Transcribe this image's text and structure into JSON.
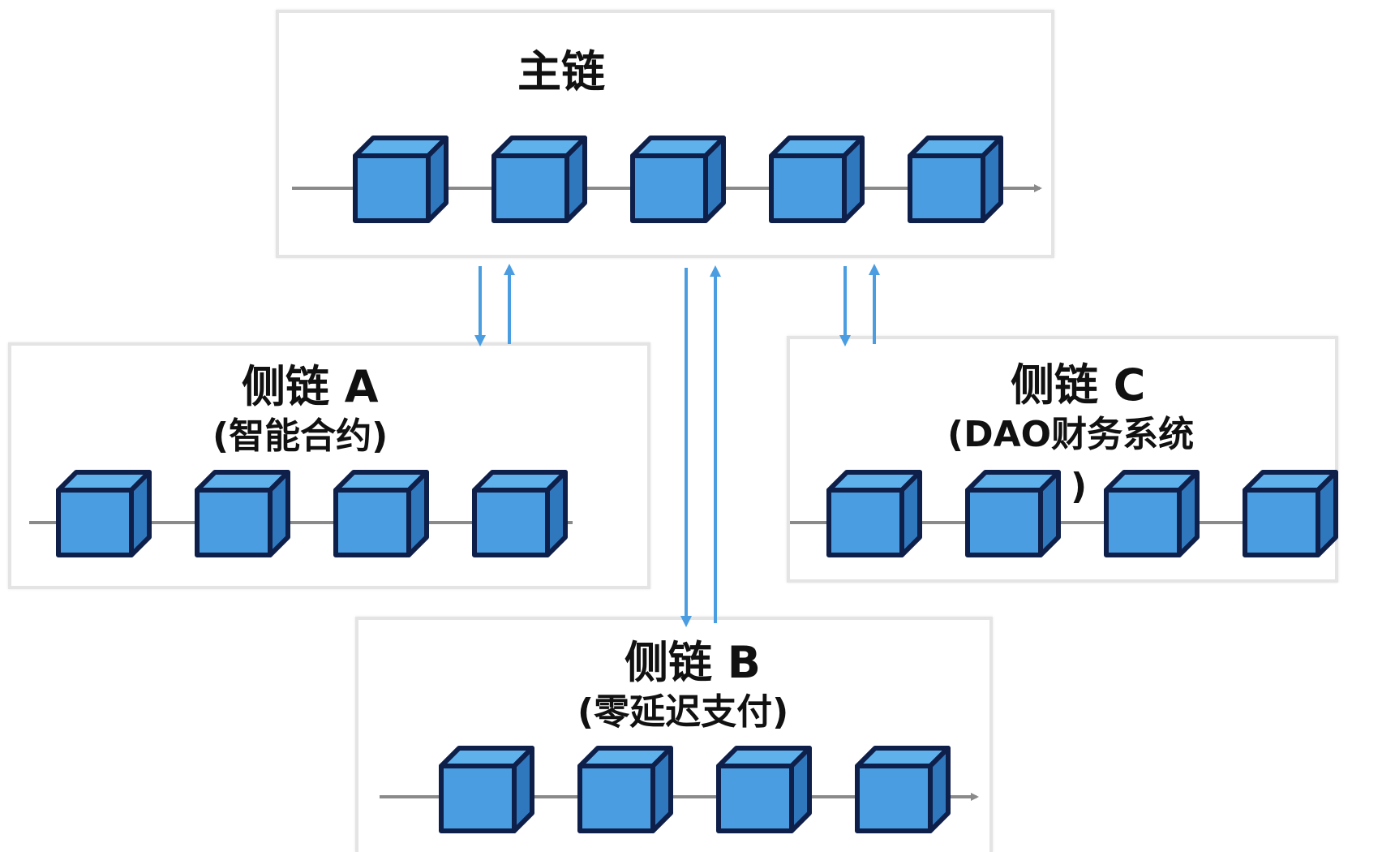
{
  "main_chain": {
    "title": "主链",
    "block_count": 5
  },
  "side_chain_a": {
    "title": "侧链 A",
    "subtitle": "(智能合约)",
    "block_count": 4
  },
  "side_chain_b": {
    "title": "侧链 B",
    "subtitle": "(零延迟支付)",
    "block_count": 4
  },
  "side_chain_c": {
    "title": "侧链 C",
    "subtitle_line1": "(DAO财务系统",
    "subtitle_line2": ")",
    "block_count": 4
  },
  "colors": {
    "block_front": "#4a9de0",
    "block_top": "#5fb1ec",
    "block_side": "#2f78be",
    "block_outline": "#0e1f4a",
    "chain_line": "#8a8a8a",
    "link_arrow": "#4a9de0",
    "panel_border": "#e4e4e4"
  }
}
